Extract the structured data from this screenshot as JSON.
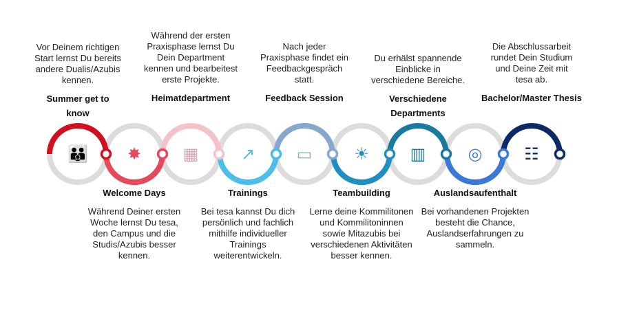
{
  "steps": [
    {
      "title": "Summer get to know",
      "title_lines": [
        "Summer get to",
        "know"
      ],
      "description_lines": [
        "Vor Deinem richtigen",
        "Start lernst Du bereits",
        "andere Dualis/Azubis",
        "kennen."
      ],
      "position": "top",
      "icon": "group-people-icon",
      "color": "#d0101e"
    },
    {
      "title": "Welcome Days",
      "title_lines": [
        "Welcome Days"
      ],
      "description_lines": [
        "Während Deiner ersten",
        "Woche lernst Du tesa,",
        "den Campus und die",
        "Studis/Azubis besser",
        "kennen."
      ],
      "position": "bottom",
      "icon": "hands-star-icon",
      "color": "#e8485c"
    },
    {
      "title": "Heimatdepartment",
      "title_lines": [
        "Heimatdepartment"
      ],
      "description_lines": [
        "Während der ersten",
        "Praxisphase lernst Du",
        "Dein Department",
        "kennen und bearbeitest",
        "erste Projekte."
      ],
      "position": "top",
      "icon": "office-building-icon",
      "color": "#f5c2ca"
    },
    {
      "title": "Trainings",
      "title_lines": [
        "Trainings"
      ],
      "description_lines": [
        "Bei tesa kannst Du dich",
        "persönlich und fachlich",
        "mithilfe individueller",
        "Trainings",
        "weiterentwickeln."
      ],
      "position": "bottom",
      "icon": "team-growth-icon",
      "color": "#4cbce8"
    },
    {
      "title": "Feedback Session",
      "title_lines": [
        "Feedback Session"
      ],
      "description_lines": [
        "Nach jeder",
        "Praxisphase findet ein",
        "Feedbackgespräch",
        "statt."
      ],
      "position": "top",
      "icon": "presentation-meeting-icon",
      "color": "#86a8cc"
    },
    {
      "title": "Teambuilding",
      "title_lines": [
        "Teambuilding"
      ],
      "description_lines": [
        "Lerne deine Kommilitonen",
        "und Kommilitoninnen",
        "sowie Mitazubis bei",
        "verschiedenen Aktivitäten",
        "besser kennen."
      ],
      "position": "bottom",
      "icon": "landscape-sun-icon",
      "color": "#1f8fc2"
    },
    {
      "title": "Verschiedene Departments",
      "title_lines": [
        "Verschiedene",
        "Departments"
      ],
      "description_lines": [
        "Du erhälst spannende",
        "Einblicke in",
        "verschiedene Bereiche."
      ],
      "position": "top",
      "icon": "city-buildings-icon",
      "color": "#1a7a9e"
    },
    {
      "title": "Auslandsaufenthalt",
      "title_lines": [
        "Auslandsaufenthalt"
      ],
      "description_lines": [
        "Bei vorhandenen Projekten",
        "besteht die Chance,",
        "Auslandserfahrungen zu",
        "sammeln."
      ],
      "position": "bottom",
      "icon": "globe-icon",
      "color": "#3a7ad6"
    },
    {
      "title": "Bachelor/Master Thesis",
      "title_lines": [
        "Bachelor/Master  Thesis"
      ],
      "description_lines": [
        "Die Abschlussarbeit",
        "rundet Dein Studium",
        "und Deine Zeit mit",
        "tesa ab."
      ],
      "position": "top",
      "icon": "open-book-icon",
      "color": "#0e2a66"
    }
  ],
  "colors": {
    "track_gray": "#dcdcdc"
  }
}
